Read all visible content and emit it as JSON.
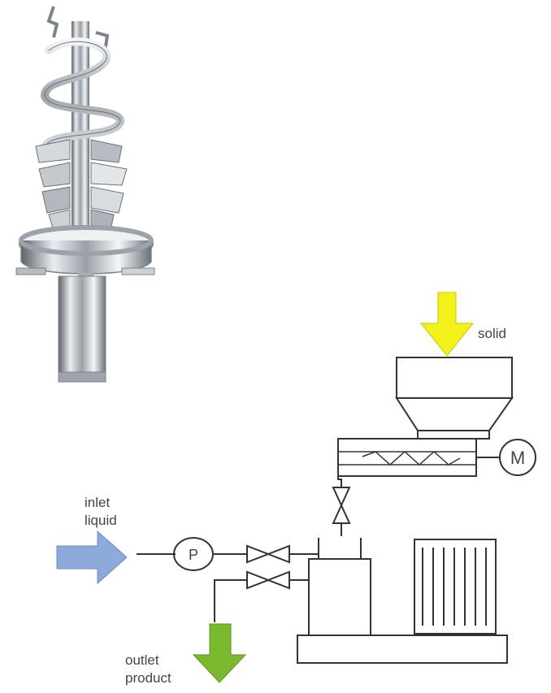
{
  "image": {
    "subject": "mixer-screw-rotor"
  },
  "labels": {
    "solid": "solid",
    "inlet_line1": "inlet",
    "inlet_line2": "liquid",
    "outlet_line1": "outlet",
    "outlet_line2": "product",
    "pump": "P",
    "motor": "M"
  },
  "colors": {
    "solid_arrow": "#f2f21a",
    "inlet_arrow": "#8eaadb",
    "outlet_arrow": "#7ab82e",
    "line": "#333333"
  },
  "icons": {
    "solid_arrow": "arrow-down-icon",
    "inlet_arrow": "arrow-right-icon",
    "outlet_arrow": "arrow-down-icon",
    "valves": "gate-valve-icon",
    "pump": "pump-icon",
    "motor": "motor-icon"
  }
}
